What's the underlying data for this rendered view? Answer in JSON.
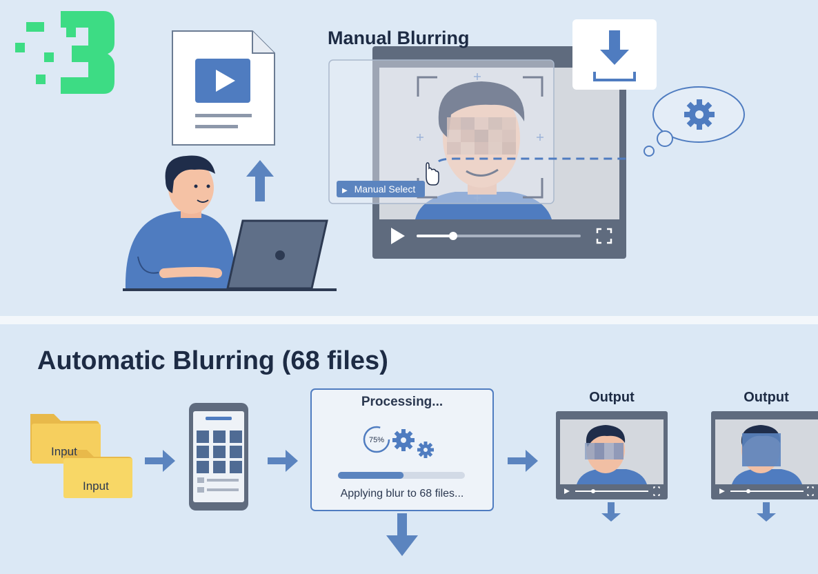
{
  "manual": {
    "title": "Manual Blurring",
    "select_button_label": "Manual Select"
  },
  "automatic": {
    "title": "Automatic Blurring (68 files)",
    "input_folder_labels": [
      "Input",
      "Input"
    ],
    "processing_title": "Processing...",
    "processing_percent": "75%",
    "progress_fraction": 0.75,
    "processing_caption": "Applying blur to 68 files...",
    "output_labels": [
      "Output",
      "Output"
    ]
  },
  "icons": {
    "logo": "brand-logo-icon",
    "video_file": "video-file-icon",
    "upload": "upload-arrow-icon",
    "download": "download-icon",
    "settings": "gear-icon",
    "play": "play-icon",
    "fullscreen": "fullscreen-icon",
    "cursor": "hand-cursor-icon",
    "folder": "folder-icon",
    "phone": "phone-icon"
  },
  "colors": {
    "accent": "#5b84bf",
    "dark_text": "#1d2b44",
    "logo_green": "#3ddc84",
    "folder_yellow": "#f6cf5e"
  }
}
